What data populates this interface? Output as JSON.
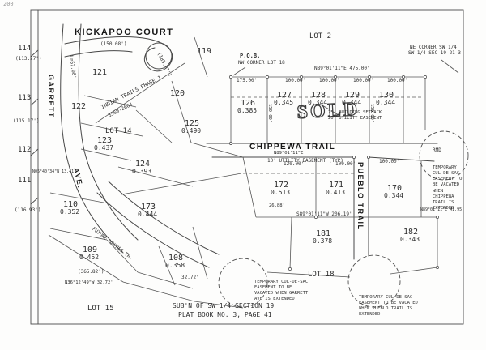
{
  "scale_note": "200'",
  "streets": {
    "kickapoo": "KICKAPOO  COURT",
    "chippewa": "CHIPPEWA  TRAIL",
    "pueblo": "PUEBLO  TRAIL",
    "garrett": "GARRETT",
    "ave": "AVE.",
    "future_haynes": "FUTURE HAYNES TR."
  },
  "refs": {
    "lot2": "LOT 2",
    "pob": "P.O.B.",
    "pob_sub": "NW CORNER LOT 18",
    "ne_corner_1": "NE CORNER SW 1/4",
    "ne_corner_2": "SW 1/4 SEC 19-21-3",
    "lot14": "LOT 14",
    "lot18": "LOT 18",
    "lot15": "LOT 15",
    "subn_line1": "SUB'N OF SW 1/4 SECTION 19",
    "subn_line2": "PLAT BOOK NO. 3, PAGE 41",
    "sold_stamp": "SOLD",
    "rmd": "RMD",
    "phase_line1": "INDIAN TRAILS PHASE 1",
    "phase_line2": "3569-2604"
  },
  "lots": [
    {
      "num": "114",
      "area": ""
    },
    {
      "num": "121",
      "area": ""
    },
    {
      "num": "119",
      "area": ""
    },
    {
      "num": "113",
      "area": ""
    },
    {
      "num": "122",
      "area": ""
    },
    {
      "num": "120",
      "area": ""
    },
    {
      "num": "126",
      "area": "0.385"
    },
    {
      "num": "127",
      "area": "0.345"
    },
    {
      "num": "128",
      "area": "0.344"
    },
    {
      "num": "129",
      "area": "0.344"
    },
    {
      "num": "130",
      "area": "0.344"
    },
    {
      "num": "112",
      "area": ""
    },
    {
      "num": "123",
      "area": "0.437"
    },
    {
      "num": "125",
      "area": "0.490"
    },
    {
      "num": "124",
      "area": "0.393"
    },
    {
      "num": "111",
      "area": ""
    },
    {
      "num": "110",
      "area": "0.352"
    },
    {
      "num": "173",
      "area": "0.444"
    },
    {
      "num": "172",
      "area": "0.513"
    },
    {
      "num": "171",
      "area": "0.413"
    },
    {
      "num": "170",
      "area": "0.344"
    },
    {
      "num": "181",
      "area": "0.378"
    },
    {
      "num": "182",
      "area": "0.343"
    },
    {
      "num": "109",
      "area": "0.452"
    },
    {
      "num": "108",
      "area": "0.358"
    }
  ],
  "notes": {
    "setback_line1": "25' BUILDING SETBACK",
    "setback_line2": "20' UTILITY EASEMENT",
    "utility_typ": "10' UTILITY EASEMENT (TYP)",
    "temp_chippewa": "TEMPORARY CUL-DE-SAC EASEMENT TO BE VACATED WHEN CHIPPEWA TRAIL IS EXTENDED",
    "temp_garrett": "TEMPORARY CUL-DE-SAC EASEMENT TO BE VACATED WHEN GARRETT AVE IS EXTENDED",
    "temp_pueblo": "TEMPORARY CUL-DE-SAC EASEMENT TO BE VACATED WHEN PUEBLO TRAIL IS EXTENDED"
  },
  "dims": [
    "N89°01'11\"E  475.00'",
    "175.00'",
    "100.00'",
    "100.00'",
    "100.00'",
    "100.00'",
    "(150.08')",
    "(185.77')",
    "L=57.08'",
    "(113.27')",
    "(115.17')",
    "(116.93')",
    "N05°40'34\"W 13.41'",
    "120.00'",
    "100.00'",
    "100.00'",
    "N89°01'11\"E",
    "S89°01'11\"W  206.19'",
    "26.88'",
    "N89°01'11\"E  41.95'",
    "(365.82')",
    "N36°12'49\"W  32.72'",
    "32.72'",
    "150.00'",
    "150.00'",
    "200'"
  ]
}
